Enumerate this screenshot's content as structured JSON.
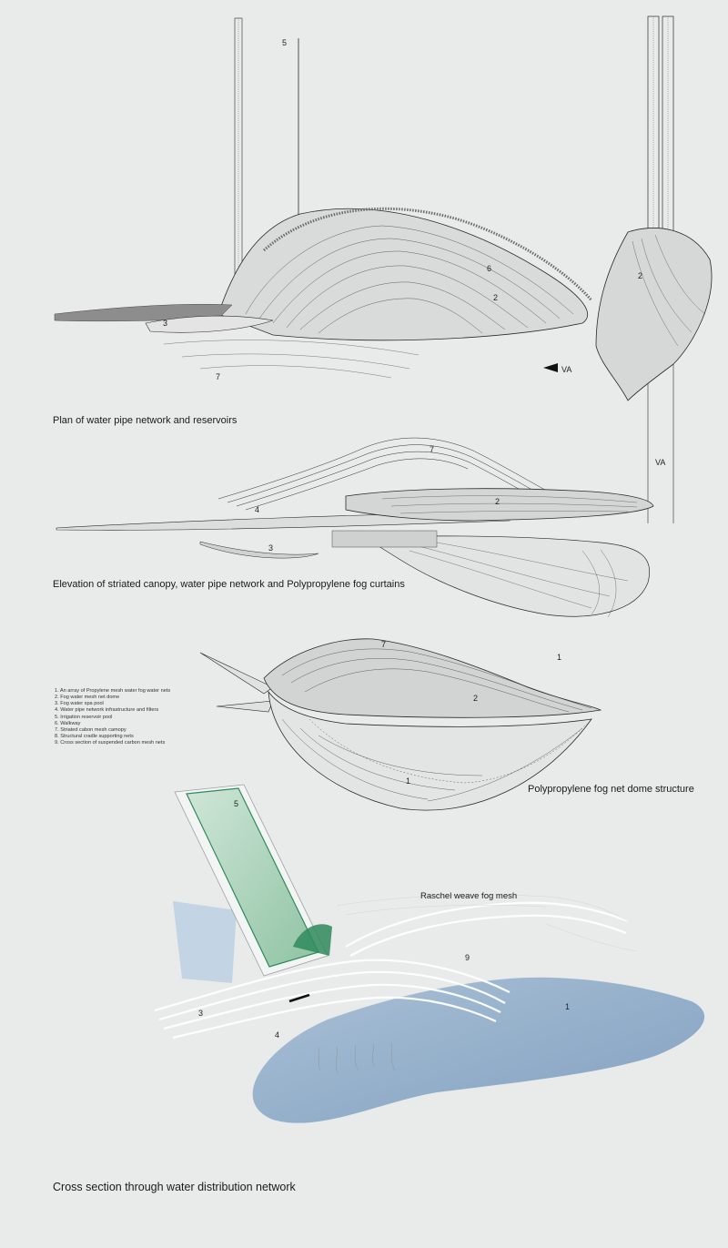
{
  "sections": {
    "plan": {
      "caption": "Plan of water pipe network and reservoirs",
      "labels": [
        "5",
        "6",
        "2",
        "3",
        "7",
        "2"
      ],
      "view_marker": "VA"
    },
    "elevation": {
      "caption": "Elevation of striated canopy, water pipe network and Polypropylene fog curtains",
      "labels": [
        "7",
        "2",
        "4",
        "3"
      ],
      "view_marker": "VA"
    },
    "dome": {
      "caption": "Polypropylene fog net dome structure",
      "labels": [
        "7",
        "1",
        "2",
        "1"
      ]
    },
    "cross_section": {
      "caption": "Cross section through water distribution network",
      "mesh_label": "Raschel weave fog mesh",
      "labels": [
        "5",
        "9",
        "3",
        "4",
        "1"
      ]
    }
  },
  "legend": [
    "1. An array of Propylene mesh water fog water nets",
    "2. Fog water mesh net dome",
    "3. Fog water spa pool",
    "4. Water pipe network infrastructure and filters",
    "5. Irrigation reservoir pool",
    "6. Walkway",
    "7. Striated cabon mesh camopy",
    "8. Structural cradle supporting nets",
    "9. Cross section of suspended carbon mesh nets"
  ],
  "colors": {
    "background": "#e9ebea",
    "line": "#2a2a2a",
    "glass_green": "#2f8a5a",
    "shadow_blue": "#7d9fc0"
  }
}
